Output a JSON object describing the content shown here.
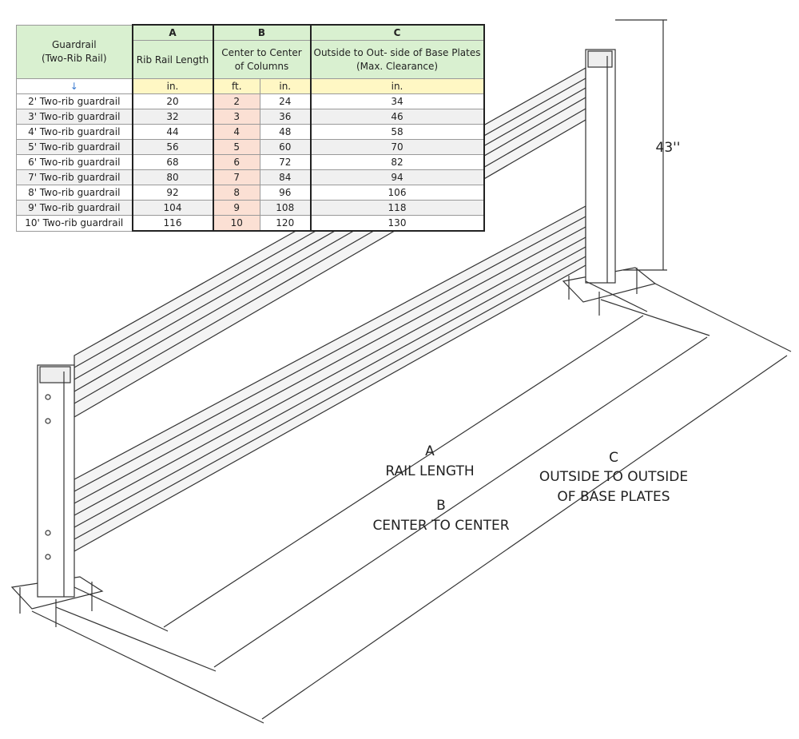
{
  "table": {
    "header": {
      "guardrail": "Guardrail\n(Two-Rib Rail)",
      "col_a_letter": "A",
      "col_b_letter": "B",
      "col_c_letter": "C",
      "col_a_title": "Rib Rail Length",
      "col_b_title": "Center to Center of Columns",
      "col_c_title": "Outside to Out- side of Base Plates (Max. Clearance)",
      "arrow": "↓",
      "unit_a": "in.",
      "unit_b_ft": "ft.",
      "unit_b_in": "in.",
      "unit_c": "in."
    },
    "rows": [
      {
        "name": "2' Two-rib guardrail",
        "a": "20",
        "b_ft": "2",
        "b_in": "24",
        "c": "34"
      },
      {
        "name": "3' Two-rib guardrail",
        "a": "32",
        "b_ft": "3",
        "b_in": "36",
        "c": "46"
      },
      {
        "name": "4' Two-rib guardrail",
        "a": "44",
        "b_ft": "4",
        "b_in": "48",
        "c": "58"
      },
      {
        "name": "5' Two-rib guardrail",
        "a": "56",
        "b_ft": "5",
        "b_in": "60",
        "c": "70"
      },
      {
        "name": "6' Two-rib guardrail",
        "a": "68",
        "b_ft": "6",
        "b_in": "72",
        "c": "82"
      },
      {
        "name": "7' Two-rib guardrail",
        "a": "80",
        "b_ft": "7",
        "b_in": "84",
        "c": "94"
      },
      {
        "name": "8' Two-rib guardrail",
        "a": "92",
        "b_ft": "8",
        "b_in": "96",
        "c": "106"
      },
      {
        "name": "9' Two-rib guardrail",
        "a": "104",
        "b_ft": "9",
        "b_in": "108",
        "c": "118"
      },
      {
        "name": "10' Two-rib guardrail",
        "a": "116",
        "b_ft": "10",
        "b_in": "120",
        "c": "130"
      }
    ]
  },
  "diagram": {
    "height_label": "43''",
    "a_letter": "A",
    "a_label": "RAIL LENGTH",
    "b_letter": "B",
    "b_label": "CENTER TO CENTER",
    "c_letter": "C",
    "c_label_1": "OUTSIDE TO OUTSIDE",
    "c_label_2": "OF BASE PLATES"
  }
}
